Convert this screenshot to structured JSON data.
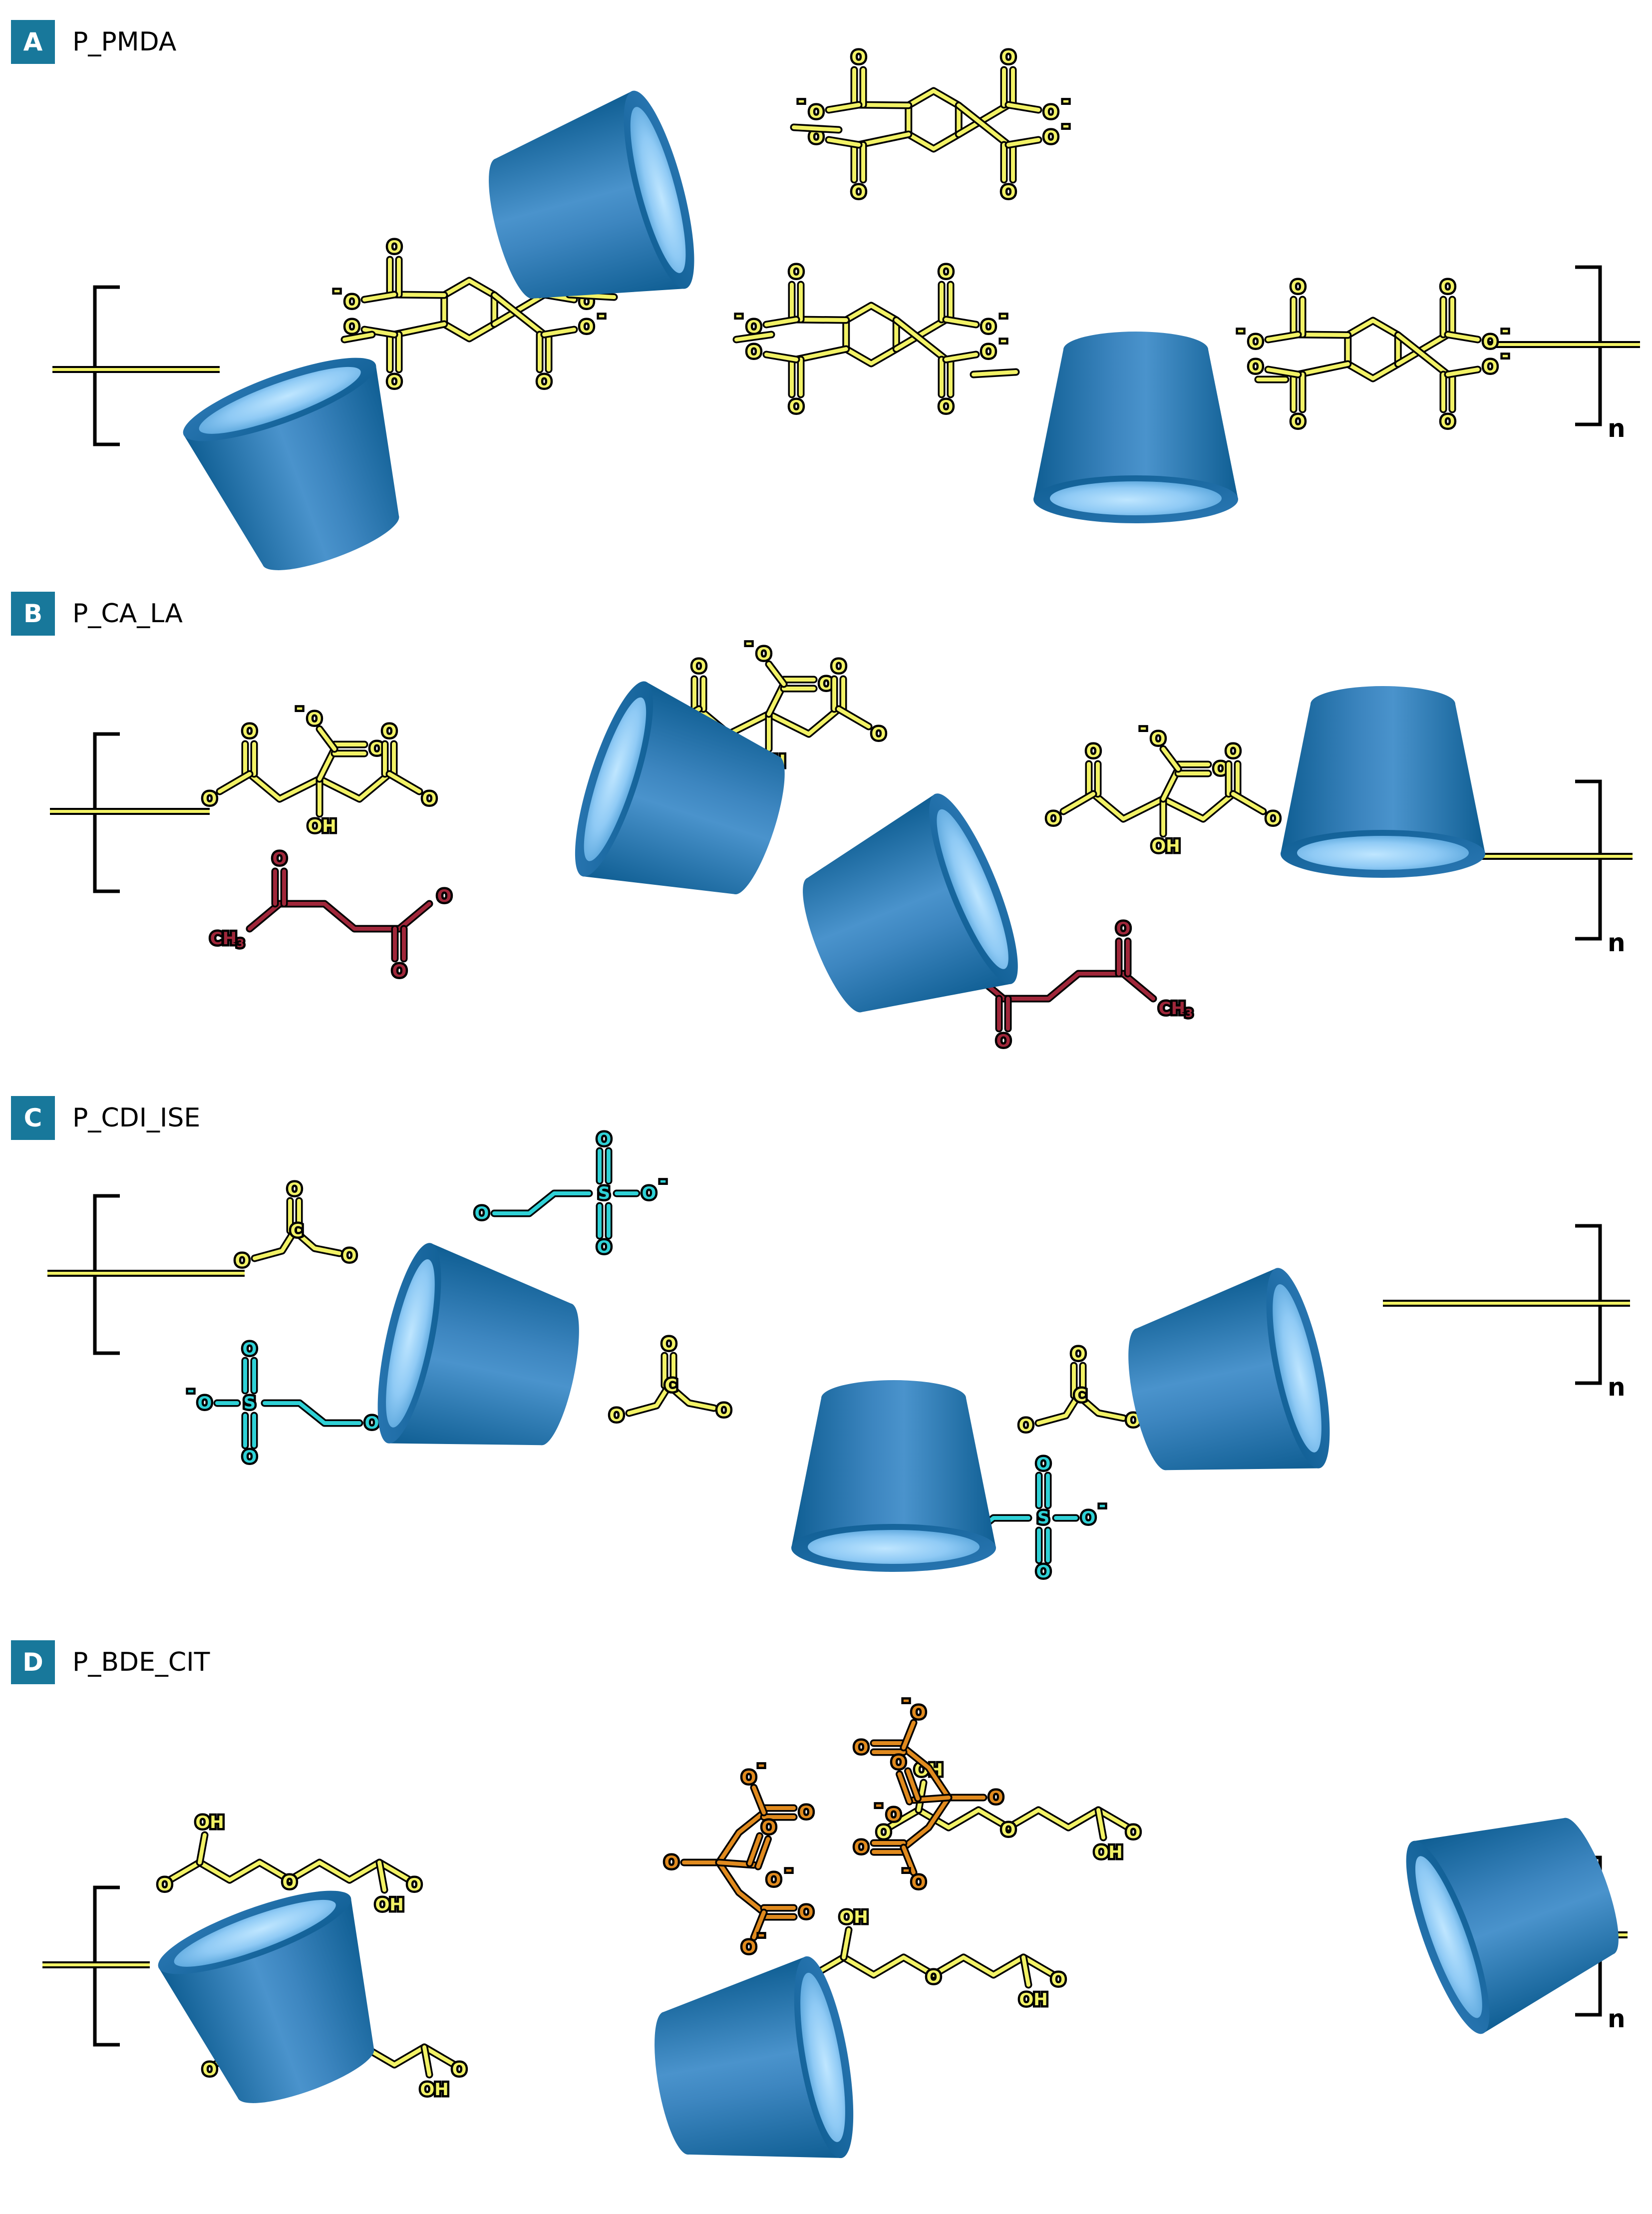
{
  "colors": {
    "cyclodextrin_dark": "#0f5e93",
    "cyclodextrin_mid": "#4a93cc",
    "cyclodextrin_light": "#8fcaf5",
    "pmda_linker": "#f2f266",
    "ca_linker": "#f2f266",
    "la_graft": "#a0273a",
    "ise_graft": "#2fd1d6",
    "bde_linker": "#f2f266",
    "cit_graft": "#e08a1e",
    "badge": "#18789b"
  },
  "polymer_index": "n",
  "panels": [
    {
      "badge": "A",
      "label": "P_PMDA"
    },
    {
      "badge": "B",
      "label": "P_CA_LA"
    },
    {
      "badge": "C",
      "label": "P_CDI_ISE"
    },
    {
      "badge": "D",
      "label": "P_BDE_CIT"
    }
  ],
  "atoms": {
    "O": "O",
    "Ominus": "O",
    "minus": "-",
    "OH": "OH",
    "CH": "CH",
    "three": "3",
    "C": "C",
    "S": "S"
  },
  "icons": [
    "cyclodextrin-cone-icon"
  ]
}
